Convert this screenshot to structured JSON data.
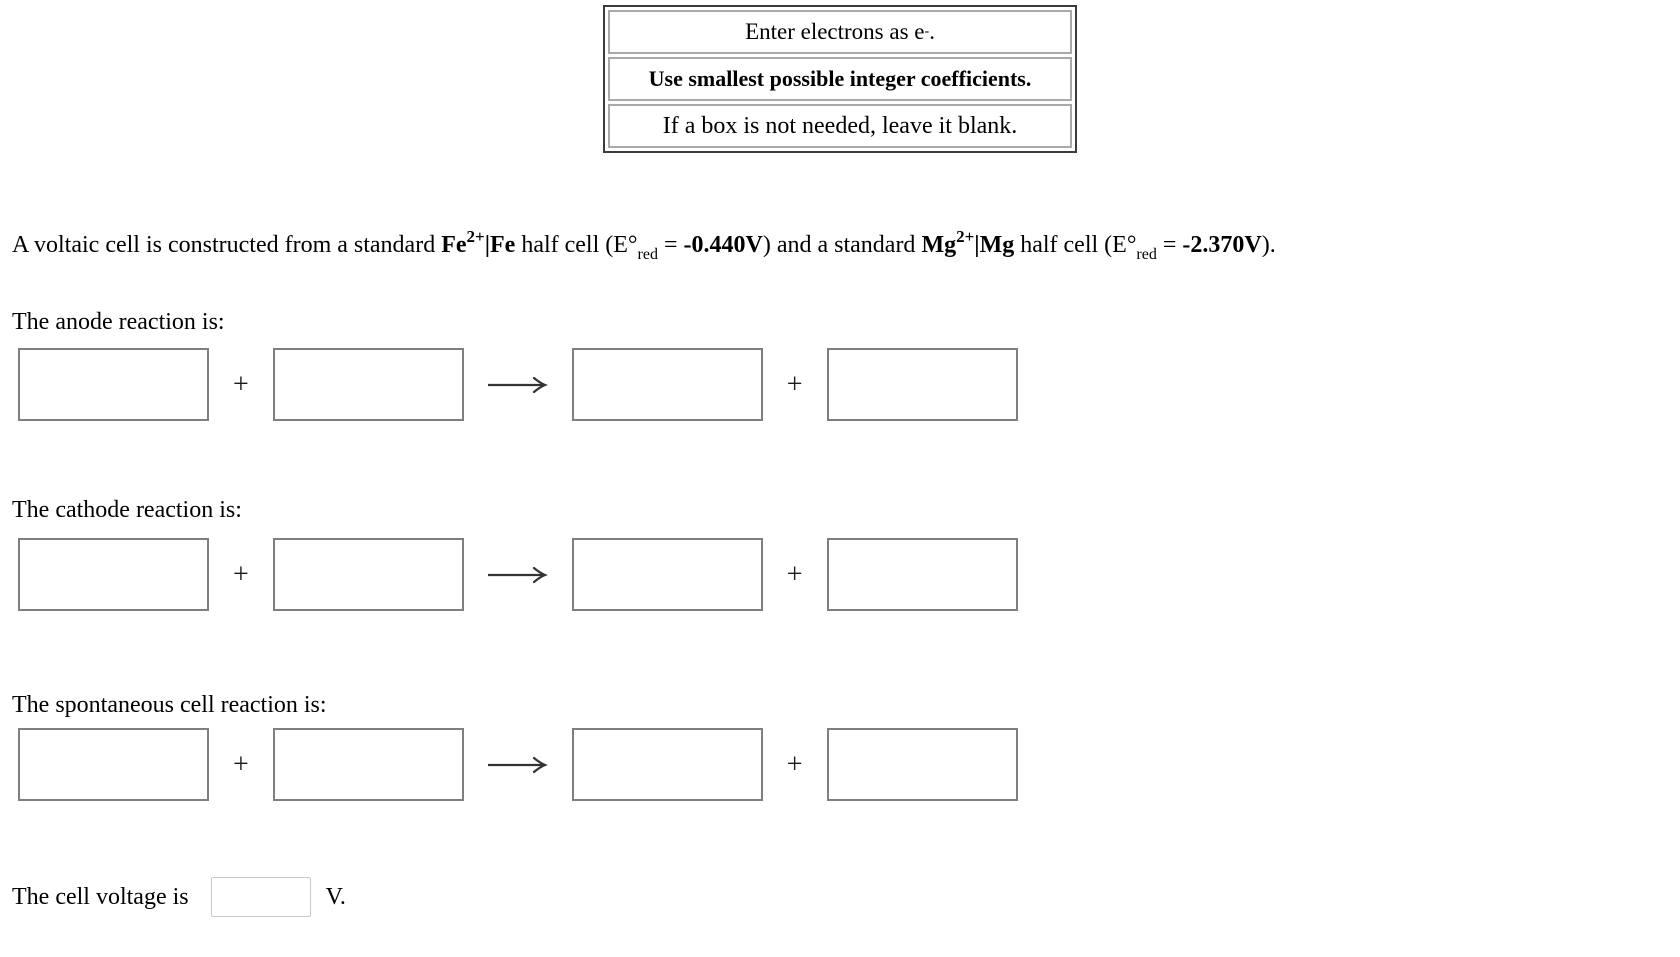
{
  "instructions": {
    "line1_pre": "Enter electrons as e",
    "line1_sup": "-",
    "line1_post": ".",
    "line2": "Use smallest possible integer coefficients.",
    "line3": "If a box is not needed, leave it blank."
  },
  "paragraph": {
    "s0": "A voltaic cell is constructed from a standard ",
    "fe": "Fe",
    "fe_sup": "2+",
    "fe2": "|Fe",
    "s1": " half cell (E°",
    "red1": "red",
    "s2": " = ",
    "v1": "-0.440V",
    "s3": ") and a standard ",
    "mg": "Mg",
    "mg_sup": "2+",
    "mg2": "|Mg",
    "s4": " half cell (E°",
    "red2": "red",
    "s5": " = ",
    "v2": "-2.370V",
    "s6": ")."
  },
  "sections": {
    "anode": {
      "label": "The anode reaction is:"
    },
    "cathode": {
      "label": "The cathode reaction is:"
    },
    "spontaneous": {
      "label": "The spontaneous cell reaction is:"
    }
  },
  "symbols": {
    "plus": "+"
  },
  "icons": {
    "reaction_arrow": "long-right-arrow"
  },
  "inputs": {
    "anode": [
      "",
      "",
      "",
      ""
    ],
    "cathode": [
      "",
      "",
      "",
      ""
    ],
    "spontaneous": [
      "",
      "",
      "",
      ""
    ],
    "cell_voltage": ""
  },
  "voltage": {
    "prefix": "The cell voltage is",
    "suffix": "V."
  },
  "colors": {
    "text": "#000000",
    "reaction_box_border": "#7f7f7f",
    "instruction_outer_border": "#3c3c3c",
    "instruction_inner_border": "#a9a9a9",
    "voltage_input_border": "#c9c9c9"
  }
}
